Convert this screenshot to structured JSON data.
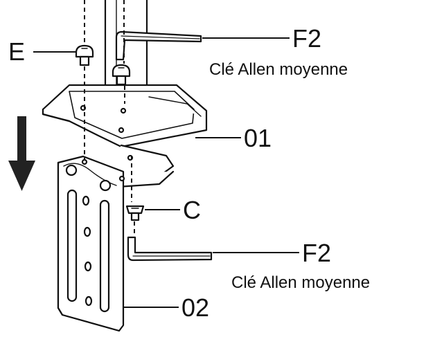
{
  "labels": {
    "E": "E",
    "F2_top": "F2",
    "F2_top_caption": "Clé Allen moyenne",
    "part_01": "01",
    "C": "C",
    "F2_bottom": "F2",
    "F2_bottom_caption": "Clé Allen moyenne",
    "part_02": "02"
  },
  "colors": {
    "line": "#111111",
    "fill": "#ffffff",
    "arrow": "#222222"
  }
}
